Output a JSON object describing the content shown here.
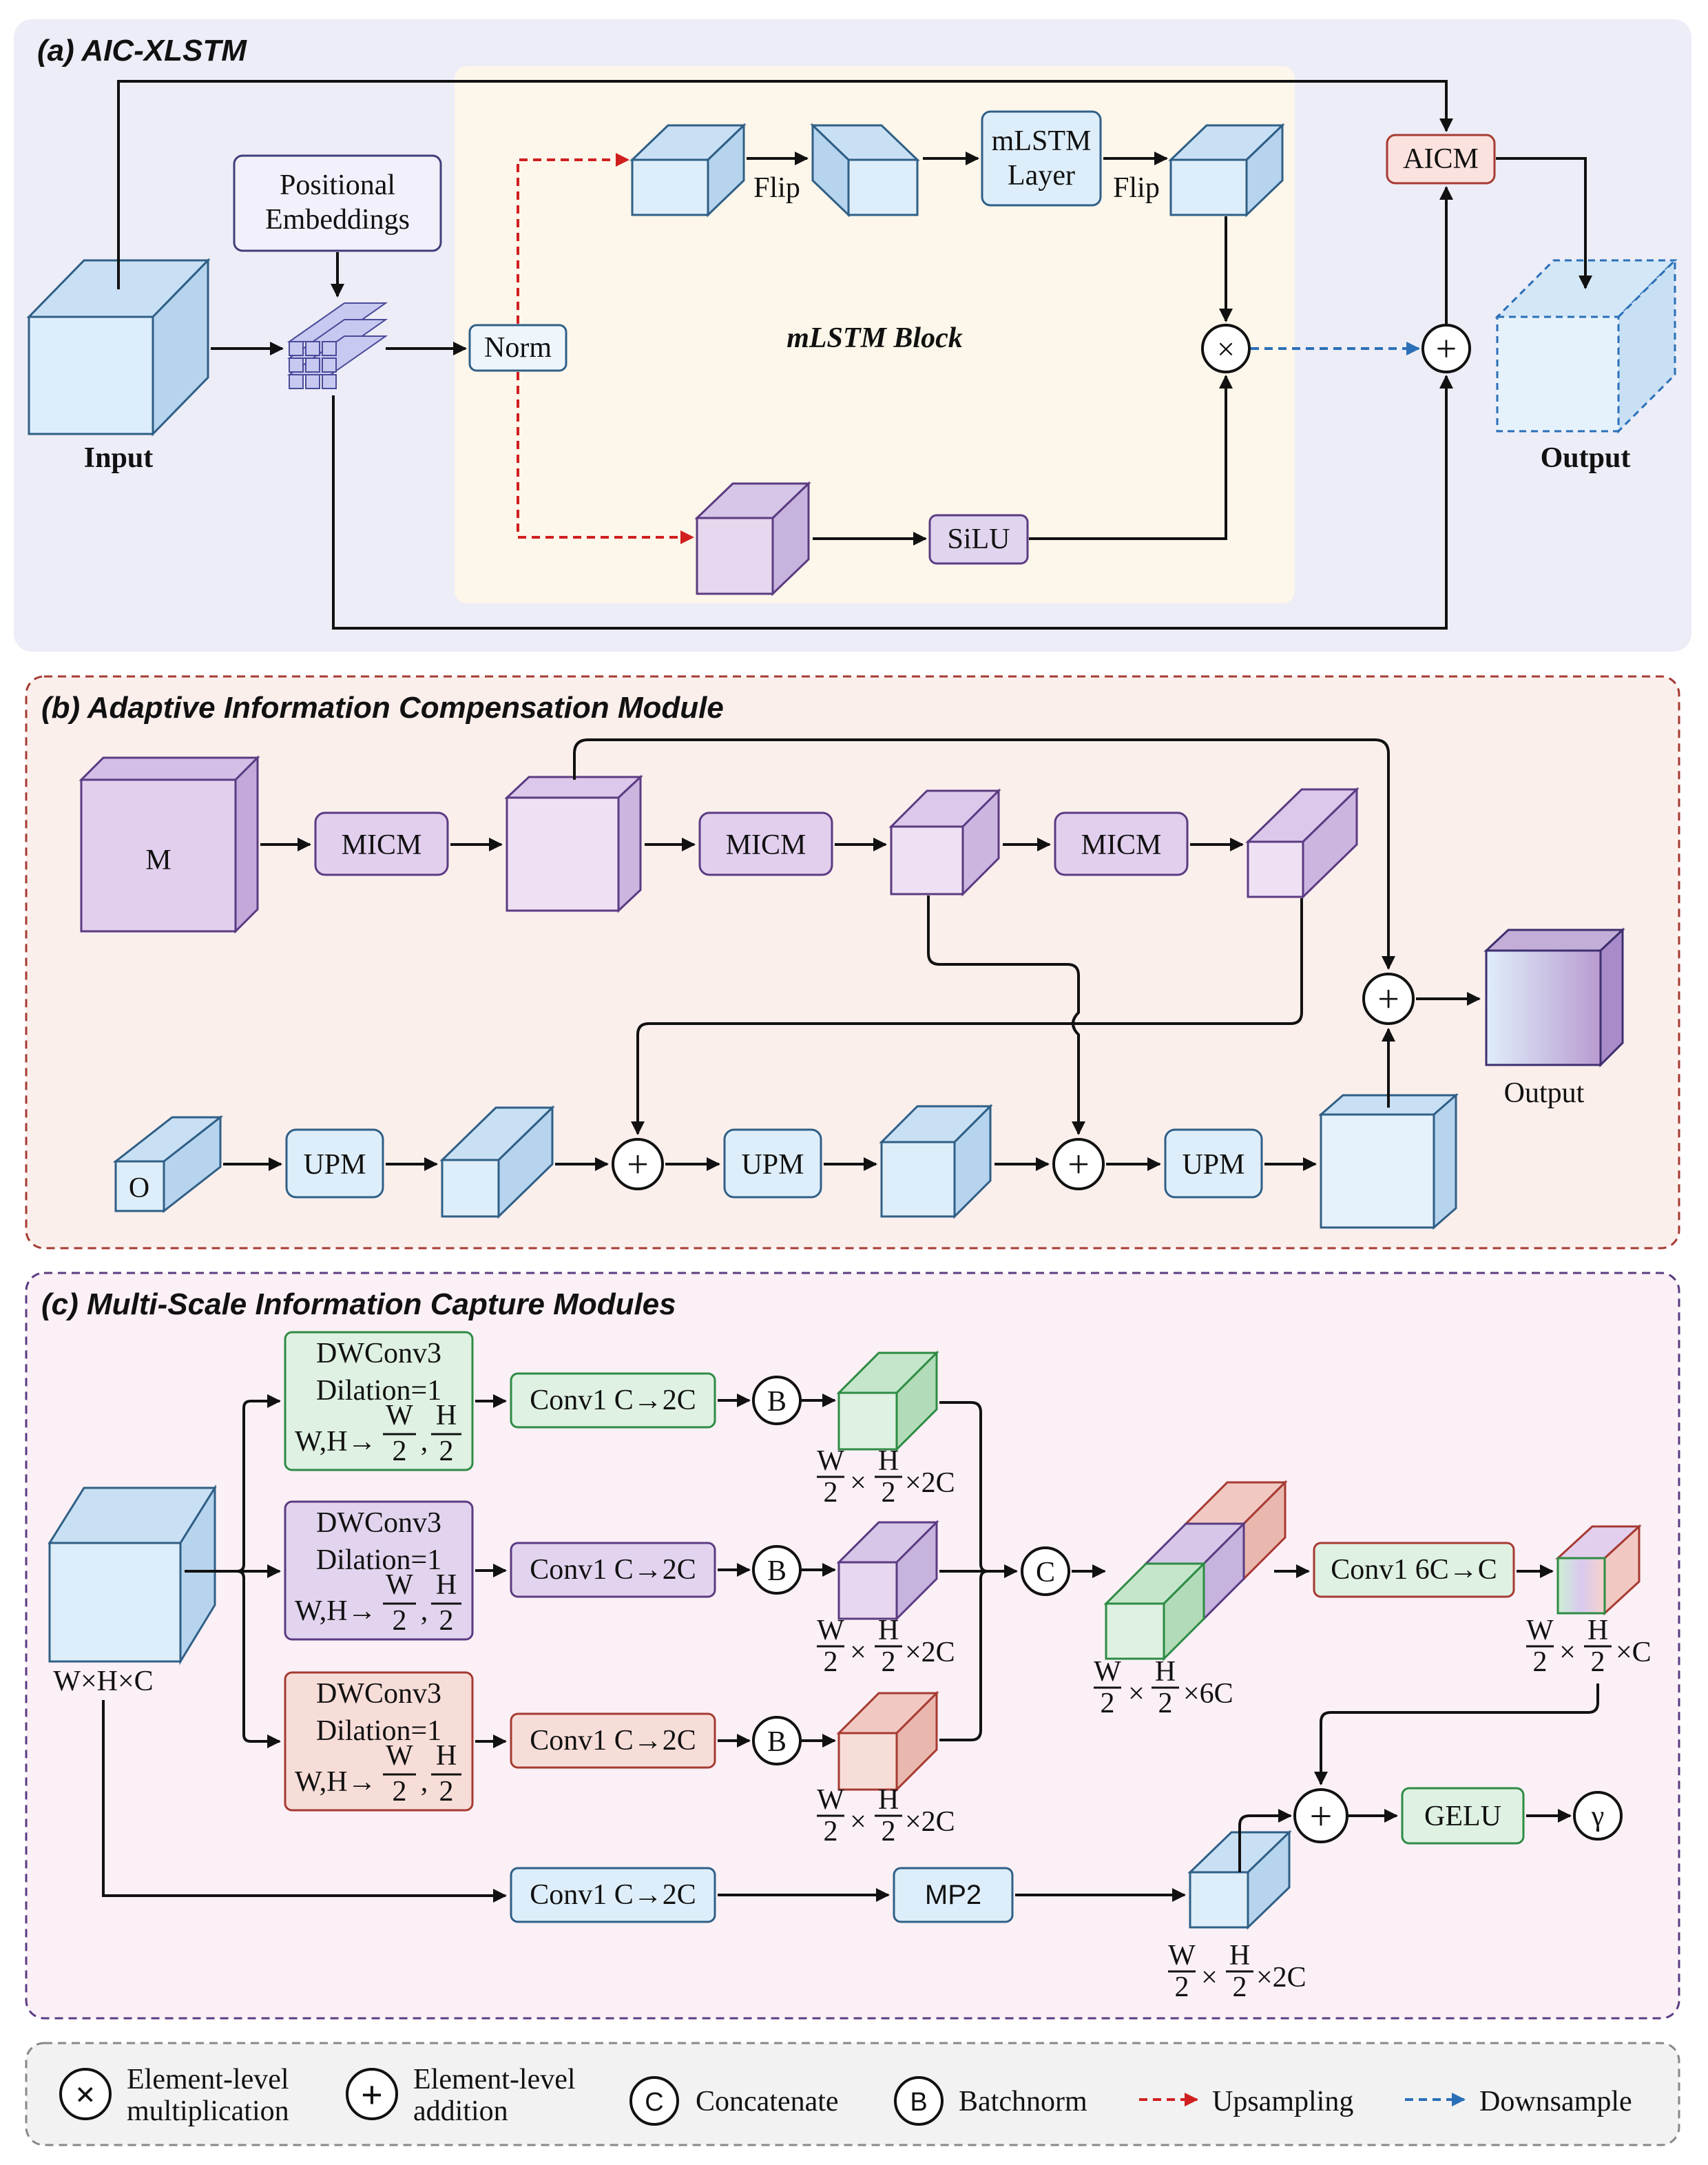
{
  "colors": {
    "panel_a_bg": "#ecedf7",
    "panel_b_bg": "#fbefec",
    "panel_c_bg": "#fbf0f6",
    "legend_bg": "#f2f2f2",
    "mlstm_block_bg": "#fdf6ea",
    "blue_face": "#ddeefa",
    "blue_edge": "#2f5f86",
    "purple_face": "#e7d7ef",
    "purple_edge": "#5b3b82",
    "green_face": "#dff1e2",
    "green_edge": "#2e8b44",
    "red_face": "#f7ddd8",
    "red_edge": "#a63a32",
    "upsampling_arrow": "#d01f1f",
    "downsample_arrow": "#2b6fb8"
  },
  "panel_a": {
    "title": "(a) AIC-XLSTM",
    "block_label": "mLSTM Block",
    "positional_embeddings": [
      "Positional",
      "Embeddings"
    ],
    "norm": "Norm",
    "flip1": "Flip",
    "flip2": "Flip",
    "mlstm_layer": [
      "mLSTM",
      "Layer"
    ],
    "silu": "SiLU",
    "aicm": "AICM",
    "input_label": "Input",
    "output_label": "Output",
    "mult_symbol": "×",
    "add_symbol": "+"
  },
  "panel_b": {
    "title": "(b) Adaptive Information Compensation  Module",
    "m_label": "M",
    "o_label": "O",
    "micm": [
      "MICM",
      "MICM",
      "MICM"
    ],
    "upm": [
      "UPM",
      "UPM",
      "UPM"
    ],
    "output_label": "Output"
  },
  "panel_c": {
    "title": "(c) Multi-Scale Information Capture Modules",
    "dwconv": [
      "DWConv3",
      "Dilation=1",
      "W,H→",
      "W",
      "2",
      "H",
      "2"
    ],
    "conv1_branch": "Conv1 C→2C",
    "batchnorm_symbol": "B",
    "concat_symbol": "C",
    "conv1_6c": "Conv1 6C→C",
    "mp2": "MP2",
    "gelu": "GELU",
    "gamma": "γ",
    "input_dim": "W×H×C",
    "dim_2c": [
      "W",
      "2",
      "×",
      "H",
      "2",
      "×2C"
    ],
    "dim_6c": [
      "W",
      "2",
      "×",
      "H",
      "2",
      "×6C"
    ],
    "dim_c": [
      "W",
      "2",
      "×",
      "H",
      "2",
      "×C"
    ]
  },
  "legend": {
    "mult_label": [
      "Element-level",
      "multiplication"
    ],
    "add_label": [
      "Element-level",
      "addition"
    ],
    "concat_symbol": "C",
    "concat_label": "Concatenate",
    "batchnorm_symbol": "B",
    "batchnorm_label": "Batchnorm",
    "upsampling_label": "Upsampling",
    "downsample_label": "Downsample"
  }
}
